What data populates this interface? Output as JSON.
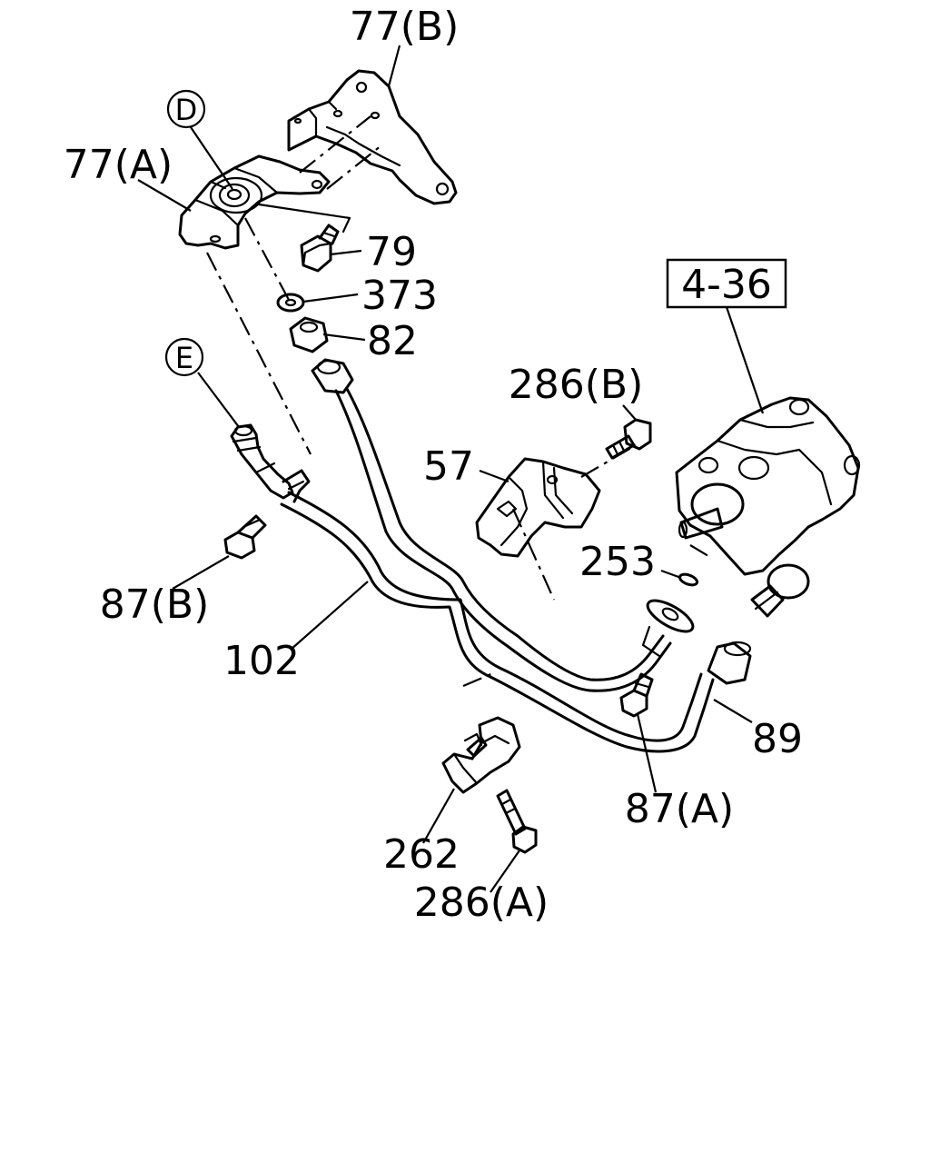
{
  "diagram": {
    "labels": {
      "p77b": "77(B)",
      "p77a": "77(A)",
      "pD": "D",
      "p79": "79",
      "p373": "373",
      "p82": "82",
      "p436": "4-36",
      "pE": "E",
      "p286b": "286(B)",
      "p57": "57",
      "p253": "253",
      "p87b": "87(B)",
      "p102": "102",
      "p89": "89",
      "p87a": "87(A)",
      "p262": "262",
      "p286a": "286(A)"
    }
  }
}
